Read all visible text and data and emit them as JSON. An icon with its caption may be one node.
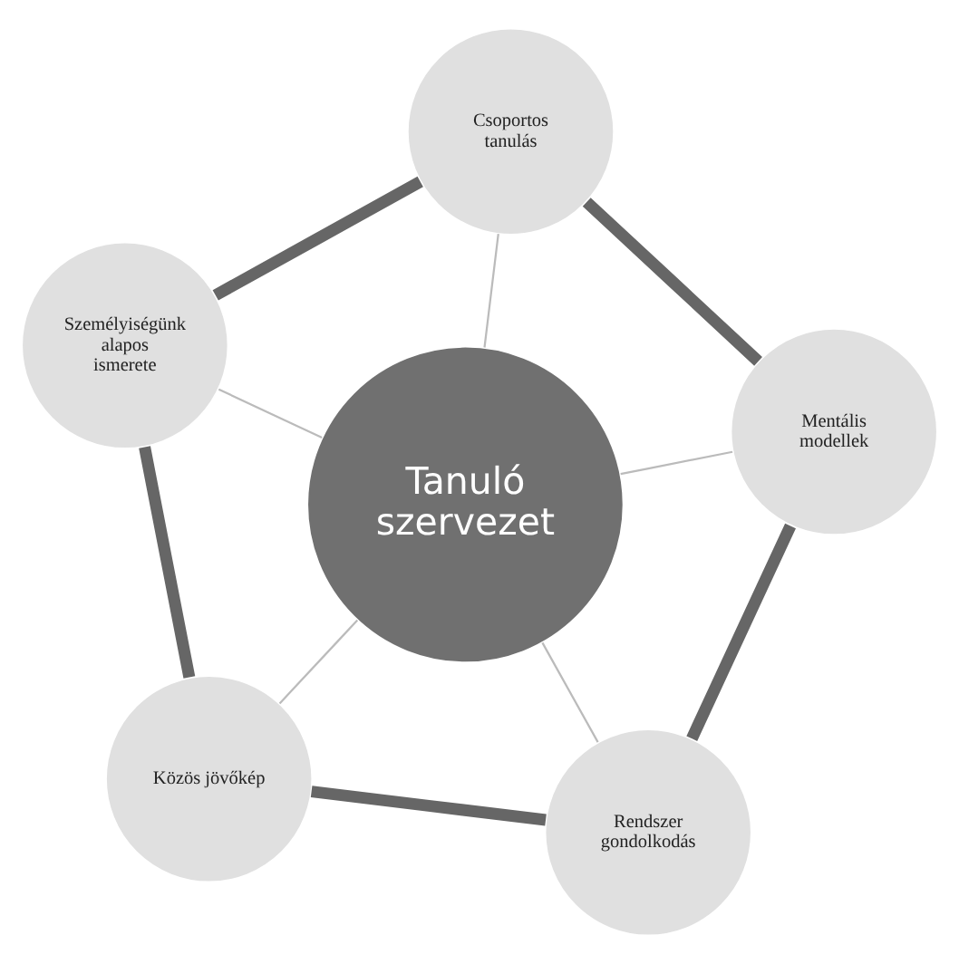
{
  "diagram": {
    "nodes": [
      {
        "text": [
          "Közös jövőkép"
        ]
      },
      {
        "text": [
          "Rendszer gondolkodás"
        ]
      },
      {
        "text": [
          "Tanuló szervezet"
        ]
      },
      {
        "text": [
          "Személyiségünk alapos ismerete"
        ]
      },
      {
        "text": [
          "Mentális modellek"
        ]
      },
      {
        "text": [
          "Csoportos tanulás"
        ]
      }
    ],
    "edges": [
      {
        "from": 2,
        "to": 0,
        "arrow": "none"
      },
      {
        "from": 2,
        "to": 1,
        "arrow": "none"
      },
      {
        "from": 2,
        "to": 3,
        "arrow": "none"
      },
      {
        "from": 2,
        "to": 4,
        "arrow": "none"
      },
      {
        "from": 2,
        "to": 5,
        "arrow": "none"
      },
      {
        "from": 0,
        "to": 1,
        "arrow": "none",
        "style": "thick",
        "color": "#666666"
      },
      {
        "from": 1,
        "to": 4,
        "arrow": "none",
        "style": "thick",
        "color": "#666666"
      },
      {
        "from": 4,
        "to": 5,
        "arrow": "none",
        "style": "thick",
        "color": "#666666"
      },
      {
        "from": 5,
        "to": 3,
        "arrow": "none",
        "style": "thick",
        "color": "#666666"
      },
      {
        "from": 3,
        "to": 0,
        "arrow": "none",
        "style": "thick",
        "color": "#666666"
      }
    ]
  }
}
